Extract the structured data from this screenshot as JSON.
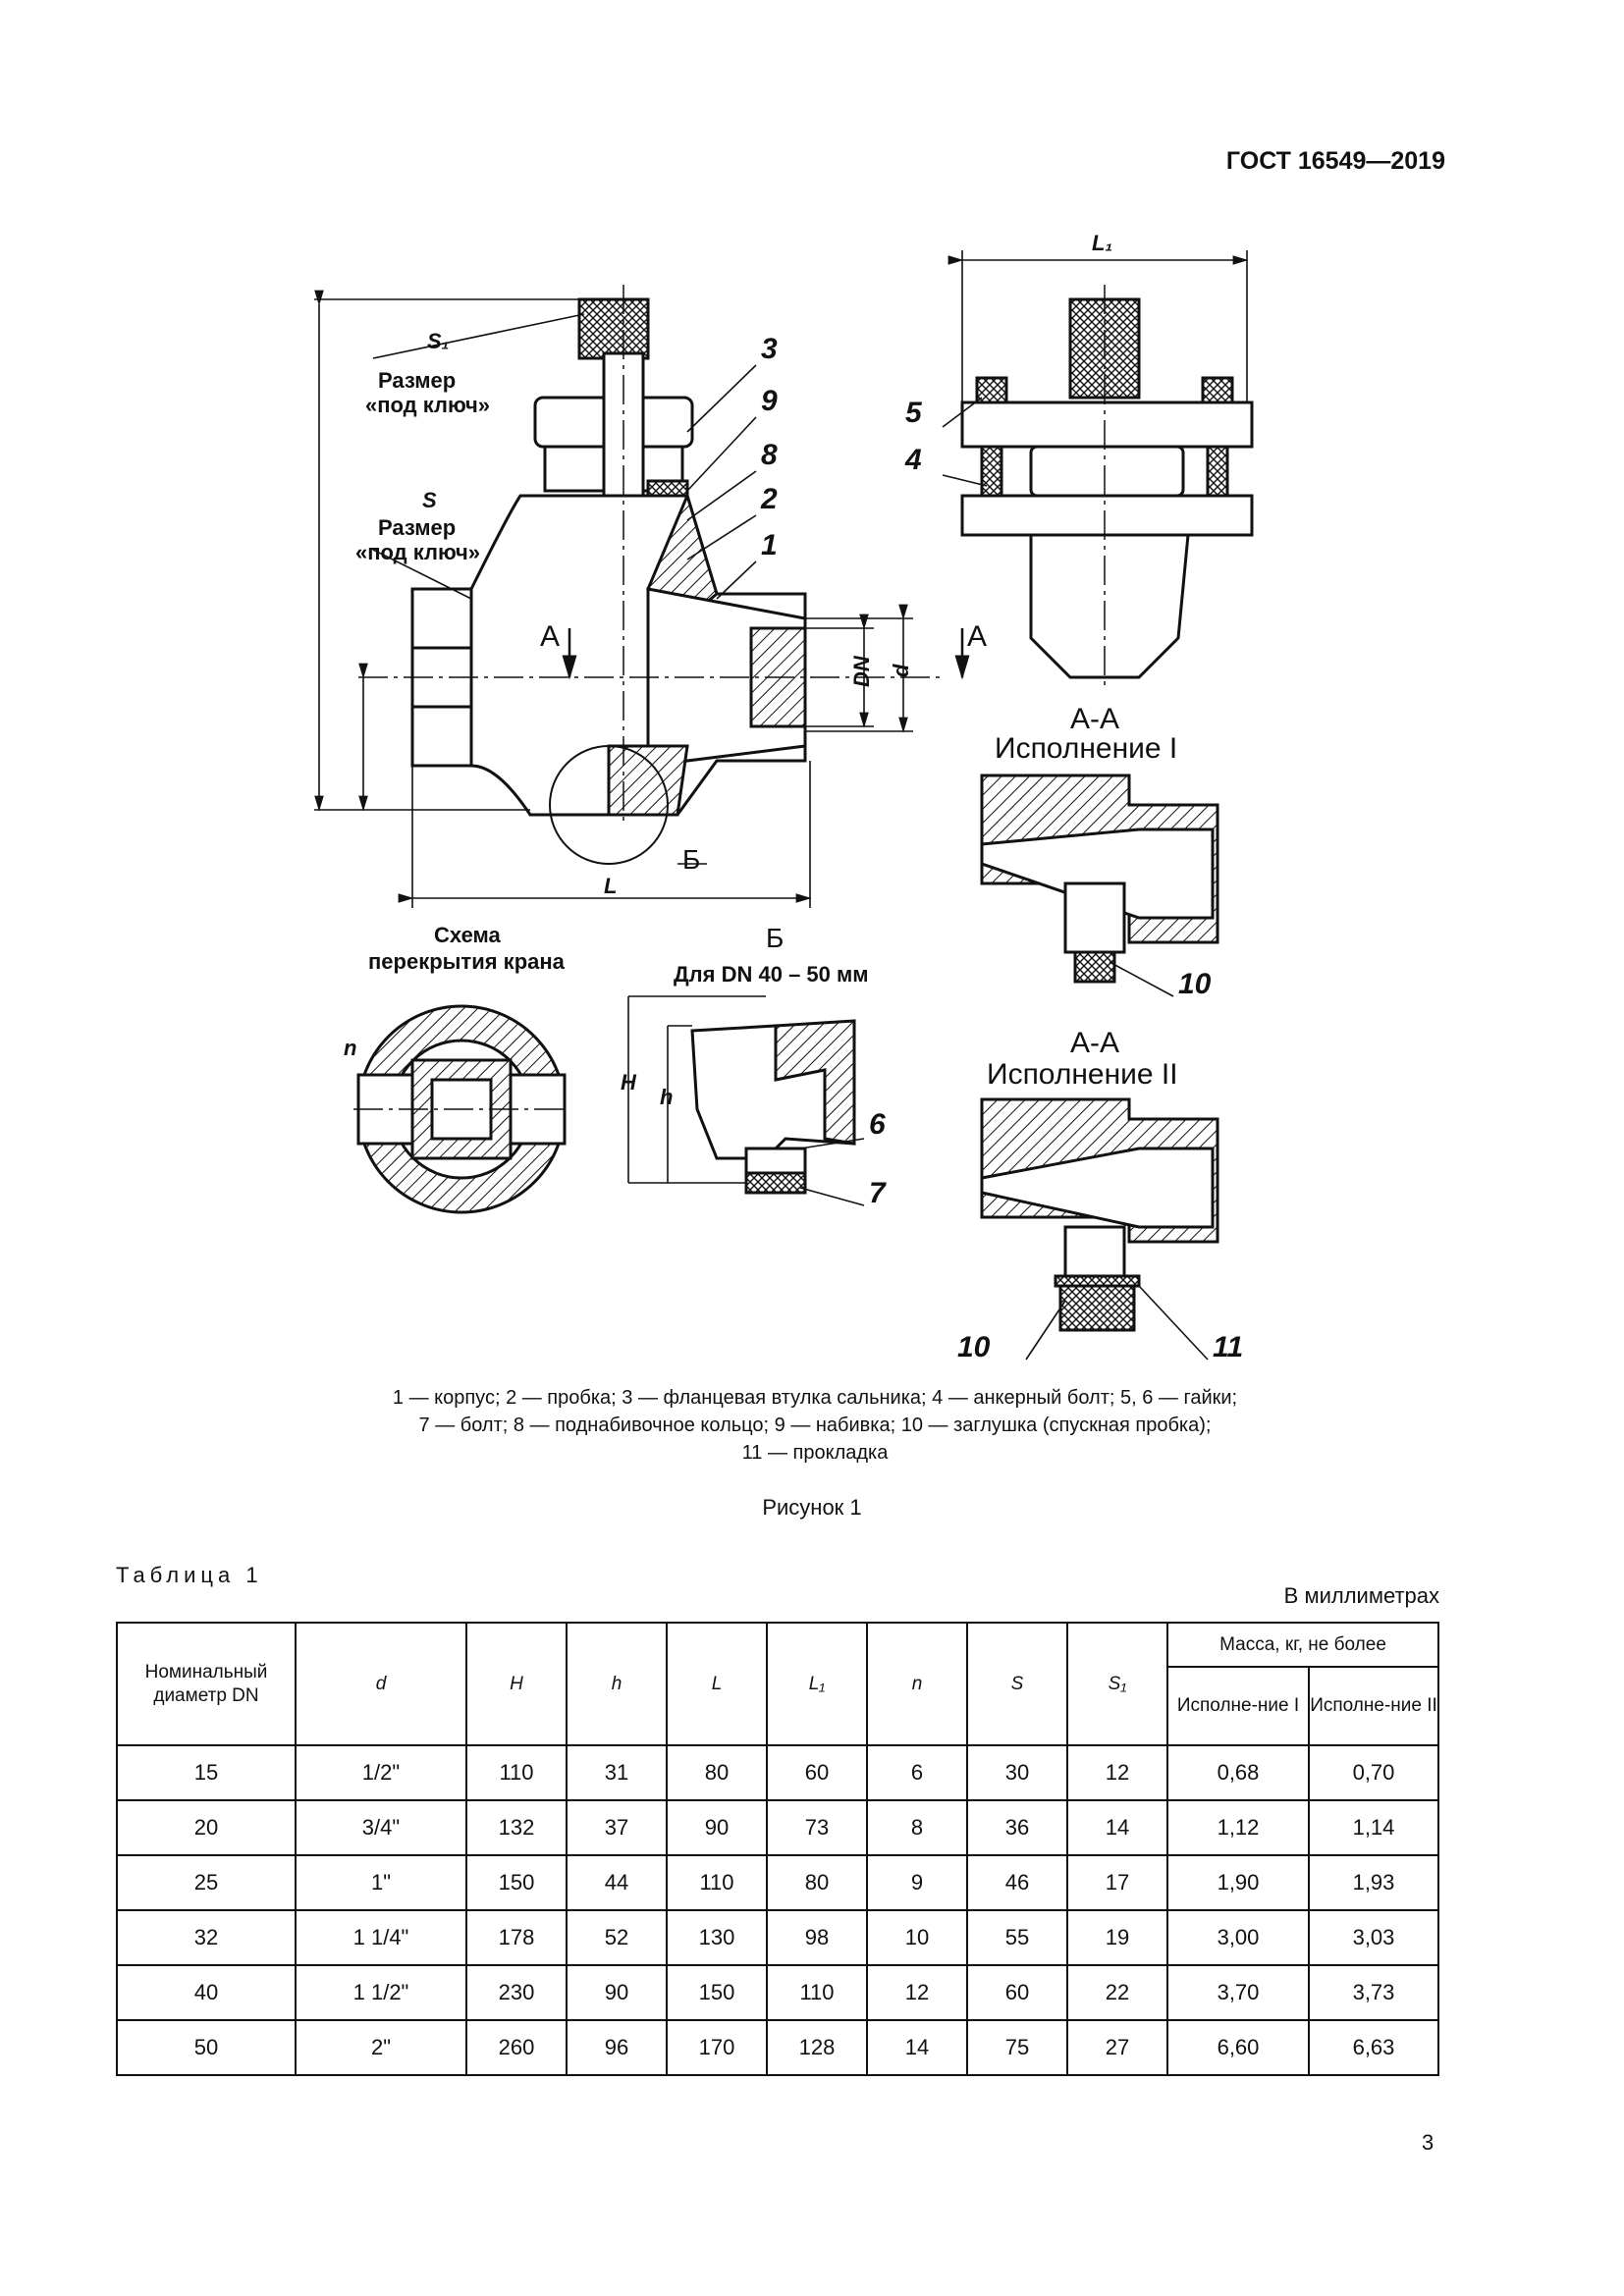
{
  "header": {
    "standard": "ГОСТ 16549—2019"
  },
  "figure": {
    "labels": {
      "s1": "S₁",
      "wrench_size_1": "Размер",
      "wrench_size_2": "«под ключ»",
      "s": "S",
      "a_arrow": "А",
      "dn": "DN",
      "d": "d",
      "l": "L",
      "l1": "L₁",
      "b": "Б",
      "scheme_1": "Схема",
      "scheme_2": "перекрытия крана",
      "detail_b_title": "Б",
      "detail_b_sub": "Для DN 40 – 50 мм",
      "n": "n",
      "h_upper": "H",
      "h_lower": "h",
      "section_aa_1": "А-А",
      "variant_1": "Исполнение I",
      "section_aa_2": "А-А",
      "variant_2": "Исполнение II",
      "callouts": [
        "1",
        "2",
        "3",
        "4",
        "5",
        "6",
        "7",
        "8",
        "9",
        "10",
        "11"
      ]
    },
    "caption_lines": [
      "1 — корпус; 2 — пробка; 3 — фланцевая втулка сальника; 4 — анкерный болт; 5, 6 — гайки;",
      "7 — болт; 8 — поднабивочное кольцо; 9 — набивка; 10 — заглушка (спускная пробка);",
      "11 — прокладка"
    ],
    "title": "Рисунок 1"
  },
  "table": {
    "title": "Таблица 1",
    "units": "В миллиметрах",
    "headers": {
      "dn": "Номинальный диаметр DN",
      "d": "d",
      "H": "H",
      "h": "h",
      "L": "L",
      "L1": "L₁",
      "n": "n",
      "S": "S",
      "S1": "S₁",
      "mass": "Масса, кг, не более",
      "var1": "Исполне-ние I",
      "var2": "Исполне-ние II"
    },
    "rows": [
      [
        "15",
        "1/2\"",
        "110",
        "31",
        "80",
        "60",
        "6",
        "30",
        "12",
        "0,68",
        "0,70"
      ],
      [
        "20",
        "3/4\"",
        "132",
        "37",
        "90",
        "73",
        "8",
        "36",
        "14",
        "1,12",
        "1,14"
      ],
      [
        "25",
        "1\"",
        "150",
        "44",
        "110",
        "80",
        "9",
        "46",
        "17",
        "1,90",
        "1,93"
      ],
      [
        "32",
        "1 1/4\"",
        "178",
        "52",
        "130",
        "98",
        "10",
        "55",
        "19",
        "3,00",
        "3,03"
      ],
      [
        "40",
        "1 1/2\"",
        "230",
        "90",
        "150",
        "110",
        "12",
        "60",
        "22",
        "3,70",
        "3,73"
      ],
      [
        "50",
        "2\"",
        "260",
        "96",
        "170",
        "128",
        "14",
        "75",
        "27",
        "6,60",
        "6,63"
      ]
    ]
  },
  "page_number": "3"
}
